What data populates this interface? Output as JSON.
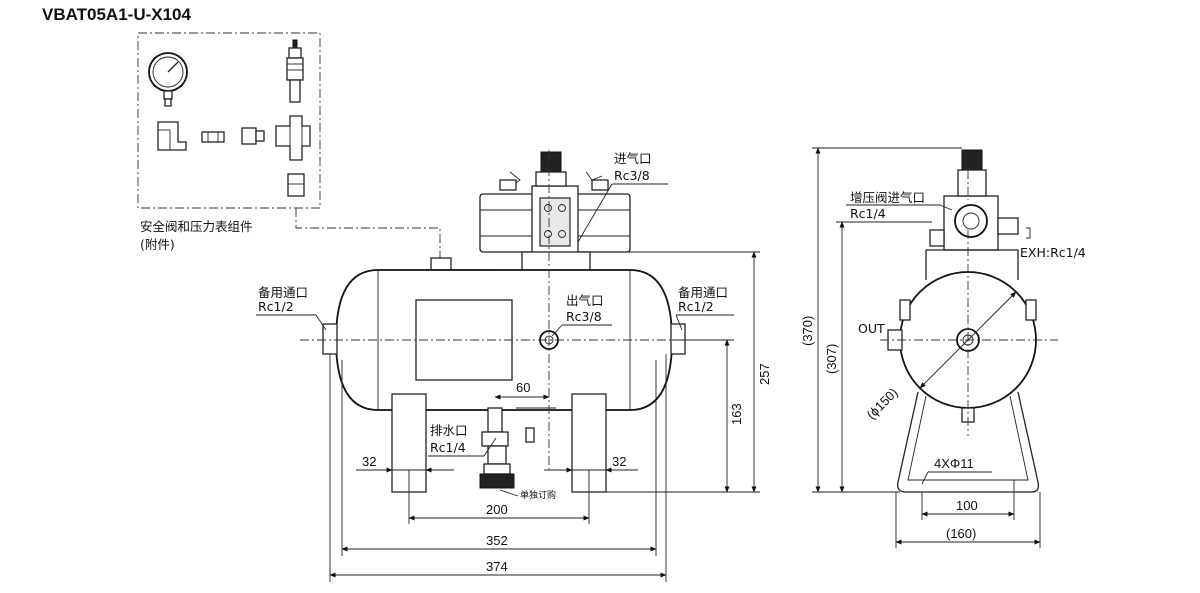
{
  "title": "VBAT05A1-U-X104",
  "accessory": {
    "label": "安全阀和压力表组件",
    "note": "(附件)"
  },
  "front_view": {
    "inlet": {
      "name": "进气口",
      "spec": "Rc3/8"
    },
    "outlet": {
      "name": "出气口",
      "spec": "Rc3/8"
    },
    "spare_left": {
      "name": "备用通口",
      "spec": "Rc1/2"
    },
    "spare_right": {
      "name": "备用通口",
      "spec": "Rc1/2"
    },
    "drain": {
      "name": "排水口",
      "spec": "Rc1/4"
    },
    "order_note": "单独订购",
    "dims": {
      "d60": "60",
      "d163": "163",
      "d257": "257",
      "d32_left": "32",
      "d32_right": "32",
      "d200": "200",
      "d352": "352",
      "d374": "374"
    }
  },
  "side_view": {
    "booster_inlet": {
      "name": "增压阀进气口",
      "spec": "Rc1/4"
    },
    "exhaust": "EXH:Rc1/4",
    "out": "OUT",
    "dims": {
      "d370": "(370)",
      "d307": "(307)",
      "d150": "(ϕ150)",
      "holes": "4XΦ11",
      "d100": "100",
      "d160": "(160)"
    }
  }
}
